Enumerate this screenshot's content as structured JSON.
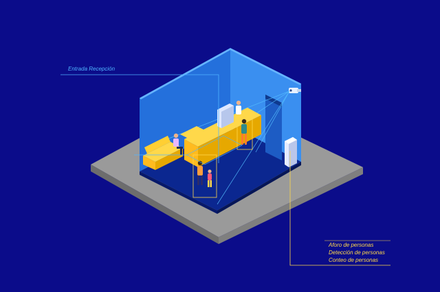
{
  "labels": {
    "entrance": "Entrada Recepción",
    "metrics": [
      "Aforo de personas",
      "Detección de personas",
      "Conteo de personas"
    ]
  },
  "colors": {
    "background": "#0b0c8a",
    "floor_slab": "#9a9a9a",
    "room_floor": "#0b2790",
    "wall_back": "#3a8ff0",
    "wall_left": "#2470dc",
    "furniture": "#ffc526",
    "accent_yellow": "#ffd84a",
    "accent_cyan": "#4fb3ff"
  },
  "icons": {
    "camera": "security-camera-icon"
  }
}
